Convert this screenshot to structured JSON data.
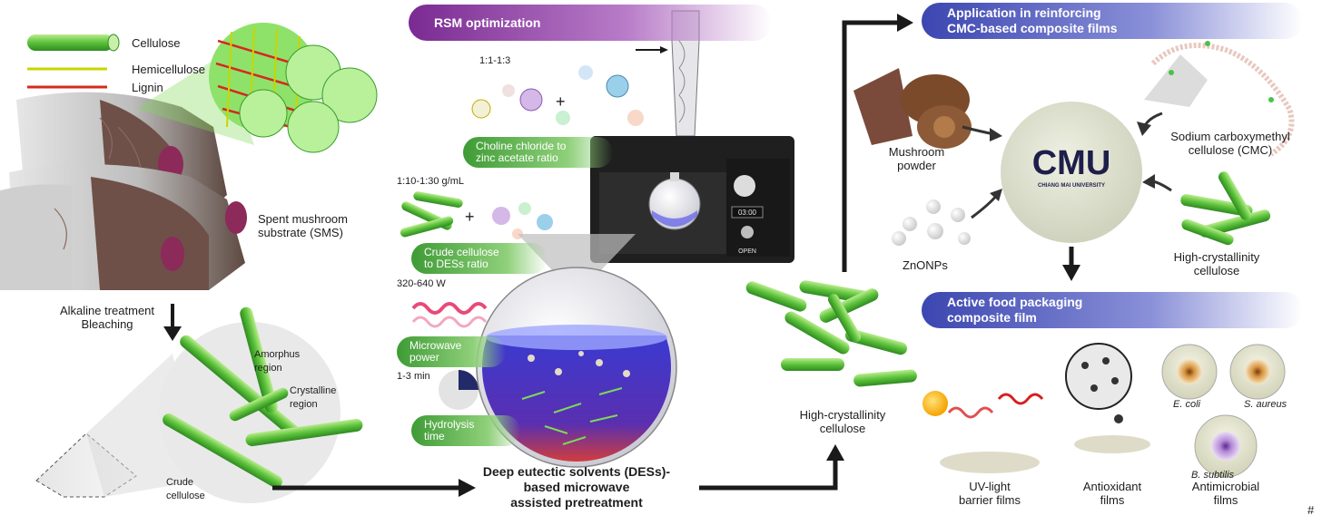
{
  "legend": {
    "cellulose": "Cellulose",
    "hemicellulose": "Hemicellulose",
    "lignin": "Lignin"
  },
  "sms_label": "Spent mushroom\nsubstrate (SMS)",
  "treatment_label": "Alkaline treatment\nBleaching",
  "amorphous_label": "Amorphus\nregion",
  "crystalline_label": "Crystalline\nregion",
  "crude_label": "Crude\ncellulose",
  "rsm_banner": "RSM optimization",
  "ratio1": "1:1-1:3",
  "tag_choline": "Choline chloride to\nzinc acetate ratio",
  "ratio2": "1:10-1:30 g/mL",
  "tag_crude": "Crude cellulose\nto DESs ratio",
  "power_range": "320-640 W",
  "tag_power": "Microwave\npower",
  "time_range": "1-3 min",
  "tag_time": "Hydrolysis\ntime",
  "microwave": {
    "display": "03:00",
    "open": "OPEN"
  },
  "des_title": "Deep eutectic solvents (DESs)-\nbased microwave\nassisted pretreatment",
  "hc_label": "High-crystallinity\ncellulose",
  "app_banner": "Application in reinforcing\nCMC-based composite films",
  "mushroom_label": "Mushroom\npowder",
  "cmc_label": "Sodium carboxymethyl\ncellulose (CMC)",
  "zno_label": "ZnONPs",
  "hc_label2": "High-crystallinity\ncellulose",
  "logo": {
    "main": "CMU",
    "sub": "CHIANG MAI UNIVERSITY"
  },
  "pack_banner": "Active food packaging\ncomposite film",
  "uv_label": "UV-light\nbarrier films",
  "antioxidant_label": "Antioxidant\nfilms",
  "antimicrobial_label": "Antimicrobial\nfilms",
  "ecoli": "E. coli",
  "saureus": "S. aureus",
  "bsubtilis": "B. subtilis",
  "corner_mark": "#",
  "colors": {
    "purple": "#8a3aa0",
    "indigo": "#4a4fb0",
    "green": "#5cbf3a",
    "dark": "#1a1a1a"
  }
}
